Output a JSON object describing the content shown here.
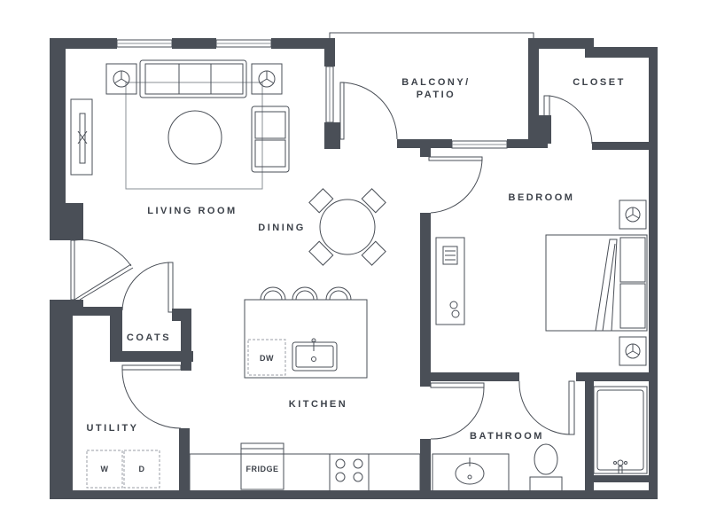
{
  "floor_plan": {
    "rooms": {
      "balcony_line1": "BALCONY/",
      "balcony_line2": "PATIO",
      "closet": "CLOSET",
      "bedroom": "BEDROOM",
      "living_room": "LIVING ROOM",
      "dining": "DINING",
      "coats": "COATS",
      "kitchen": "KITCHEN",
      "utility": "UTILITY",
      "bathroom": "BATHROOM"
    },
    "appliances": {
      "dishwasher": "DW",
      "fridge": "FRIDGE",
      "washer": "W",
      "dryer": "D"
    },
    "colors": {
      "wall": "#4a4f57",
      "line": "#4a4f57",
      "background": "#ffffff"
    }
  }
}
